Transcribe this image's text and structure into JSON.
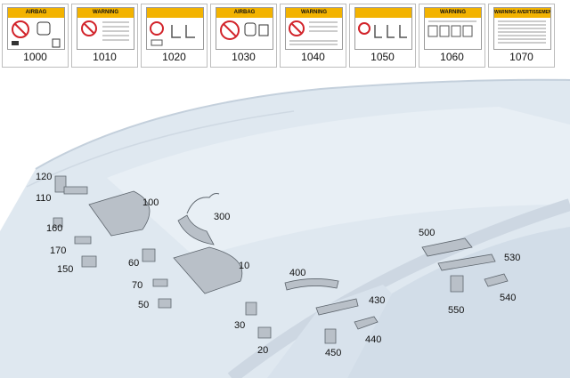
{
  "warning_labels": [
    {
      "number": "1000",
      "banner": "AIRBAG"
    },
    {
      "number": "1010",
      "banner": "WARNING"
    },
    {
      "number": "1020",
      "banner": ""
    },
    {
      "number": "1030",
      "banner": "AIRBAG"
    },
    {
      "number": "1040",
      "banner": "WARNING"
    },
    {
      "number": "1050",
      "banner": ""
    },
    {
      "number": "1060",
      "banner": "WARNING"
    },
    {
      "number": "1070",
      "banner": "WARNING AVERTISSEMENT"
    }
  ],
  "part_callouts": [
    "120",
    "110",
    "100",
    "160",
    "170",
    "150",
    "300",
    "60",
    "10",
    "70",
    "50",
    "30",
    "20",
    "400",
    "430",
    "440",
    "450",
    "500",
    "530",
    "540",
    "550"
  ],
  "colors": {
    "label_yellow": "#f3b300",
    "prohibition_red": "#d2232a",
    "part_grey": "#b9c0c8",
    "roof_blue": "#dfe8f0"
  }
}
